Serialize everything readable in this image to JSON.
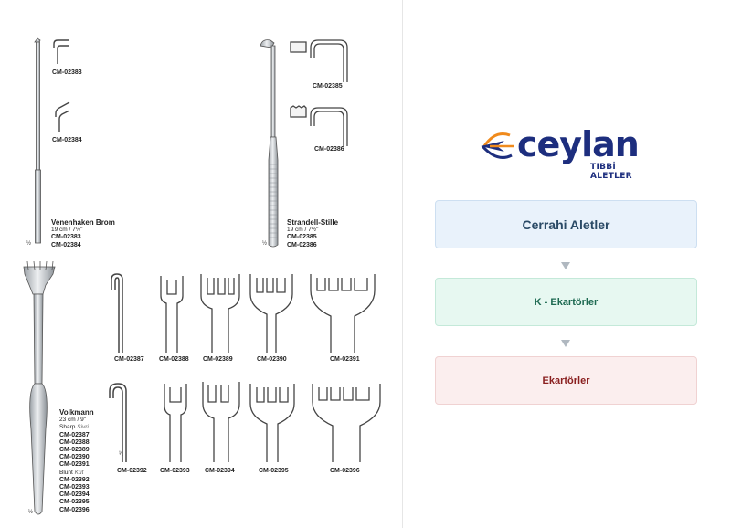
{
  "catalog": {
    "codes": {
      "c02383": "CM-02383",
      "c02384": "CM-02384",
      "c02385": "CM-02385",
      "c02386": "CM-02386",
      "c02387": "CM-02387",
      "c02388": "CM-02388",
      "c02389": "CM-02389",
      "c02390": "CM-02390",
      "c02391": "CM-02391",
      "c02392": "CM-02392",
      "c02393": "CM-02393",
      "c02394": "CM-02394",
      "c02395": "CM-02395",
      "c02396": "CM-02396"
    },
    "venenhaken": {
      "name": "Venenhaken Brom",
      "size": "19 cm / 7½\"",
      "code1": "CM-02383",
      "code2": "CM-02384"
    },
    "strandell": {
      "name": "Strandell-Stille",
      "size": "19 cm / 7½\"",
      "code1": "CM-02385",
      "code2": "CM-02386"
    },
    "volkmann": {
      "name": "Volkmann",
      "size": "23 cm / 9\"",
      "sharp_label": "Sharp",
      "sharp_local": "Sivri",
      "sharp_codes": [
        "CM-02387",
        "CM-02388",
        "CM-02389",
        "CM-02390",
        "CM-02391"
      ],
      "blunt_label": "Blunt",
      "blunt_local": "Küt",
      "blunt_codes": [
        "CM-02392",
        "CM-02393",
        "CM-02394",
        "CM-02395",
        "CM-02396"
      ]
    },
    "scale_half": "½",
    "scale_one": "¹⁄₁"
  },
  "brand": {
    "name": "ceylan",
    "tagline": "TIBBİ ALETLER",
    "colors": {
      "navy": "#1d2e7e",
      "orange": "#f08a1c"
    }
  },
  "nav": {
    "level1": "Cerrahi Aletler",
    "level2": "K - Ekartörler",
    "level3": "Ekartörler"
  }
}
